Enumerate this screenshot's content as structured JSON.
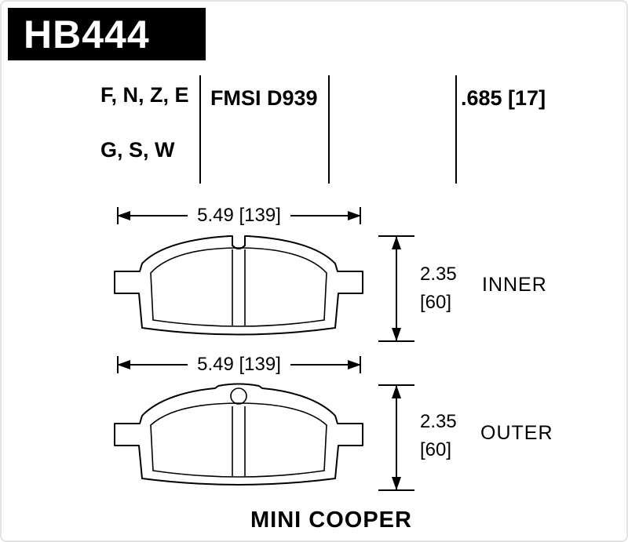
{
  "header": {
    "part_number": "HB444",
    "compounds": [
      "F, N, Z, E",
      "G, S, W"
    ],
    "fmsi": "FMSI D939",
    "thickness_spec": ".685 [17]"
  },
  "pads": [
    {
      "width_dim": "5.49 [139]",
      "thickness_line1": "2.35",
      "thickness_line2": "[60]",
      "label": "INNER"
    },
    {
      "width_dim": "5.49 [139]",
      "thickness_line1": "2.35",
      "thickness_line2": "[60]",
      "label": "OUTER"
    }
  ],
  "footer": {
    "vehicle": "MINI COOPER"
  }
}
